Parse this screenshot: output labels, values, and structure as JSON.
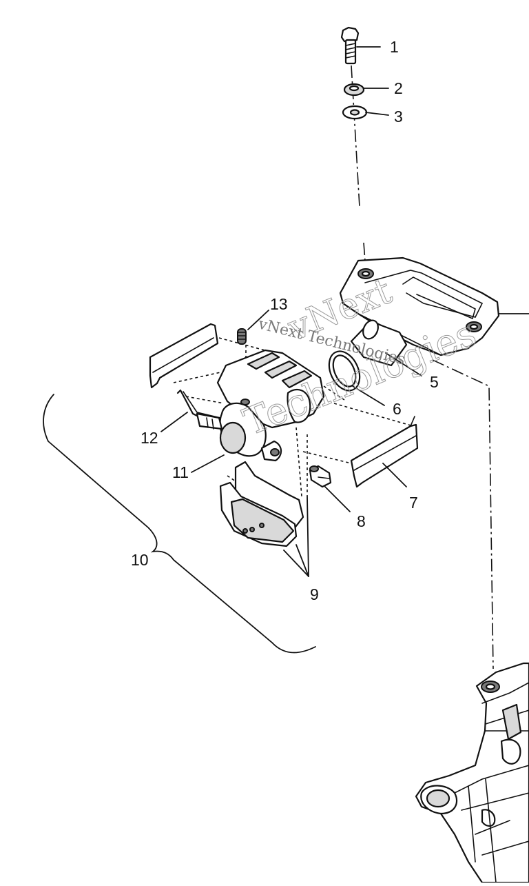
{
  "diagram": {
    "watermark": {
      "line1": "vNext",
      "line2": "vNext Technologies",
      "line3": "Technologies"
    },
    "callouts": [
      {
        "id": "1",
        "label": "1",
        "part": "bolt"
      },
      {
        "id": "2",
        "label": "2",
        "part": "lock-washer"
      },
      {
        "id": "3",
        "label": "3",
        "part": "flat-washer"
      },
      {
        "id": "5",
        "label": "5",
        "part": "caliper-piston"
      },
      {
        "id": "6",
        "label": "6",
        "part": "piston-seal"
      },
      {
        "id": "7",
        "label": "7",
        "part": "pad-shim-right"
      },
      {
        "id": "8",
        "label": "8",
        "part": "bleeder-valve"
      },
      {
        "id": "9",
        "label": "9",
        "part": "brake-pads"
      },
      {
        "id": "10",
        "label": "10",
        "part": "caliper-assembly"
      },
      {
        "id": "11",
        "label": "11",
        "part": "caliper-body"
      },
      {
        "id": "12",
        "label": "12",
        "part": "pad-shim-left"
      },
      {
        "id": "13",
        "label": "13",
        "part": "pad-pin"
      }
    ]
  }
}
